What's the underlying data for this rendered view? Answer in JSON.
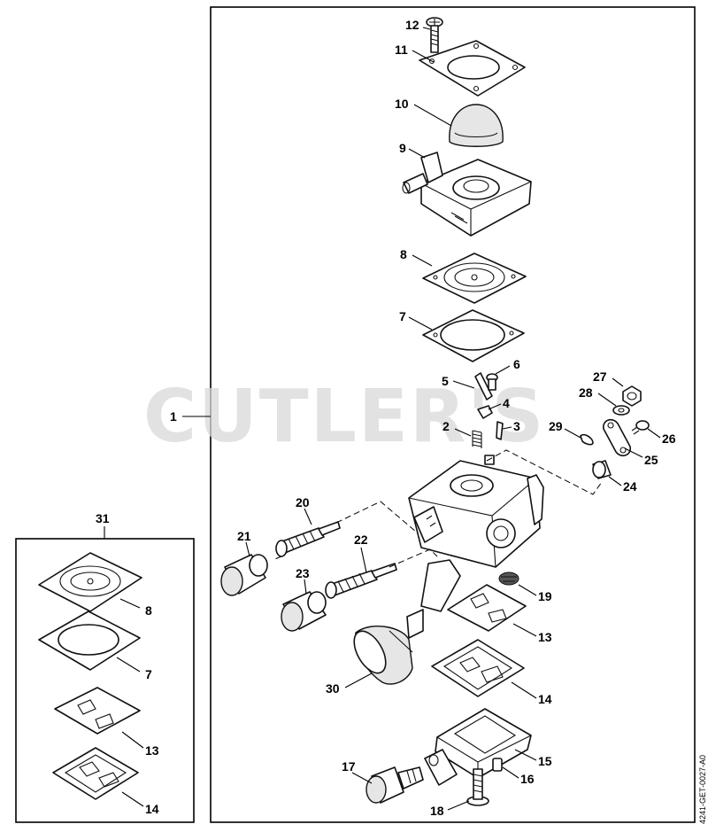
{
  "watermark": "CUTLER'S",
  "drawing_code": "4241-GET-0027-A0",
  "labels": {
    "n1": "1",
    "n2": "2",
    "n3": "3",
    "n4": "4",
    "n5": "5",
    "n6": "6",
    "n7": "7",
    "n8": "8",
    "n9": "9",
    "n10": "10",
    "n11": "11",
    "n12": "12",
    "n13": "13",
    "n14": "14",
    "n15": "15",
    "n16": "16",
    "n17": "17",
    "n18": "18",
    "n19": "19",
    "n20": "20",
    "n21": "21",
    "n22": "22",
    "n23": "23",
    "n24": "24",
    "n25": "25",
    "n26": "26",
    "n27": "27",
    "n28": "28",
    "n29": "29",
    "n30": "30",
    "n31": "31",
    "kit_8": "8",
    "kit_7": "7",
    "kit_13": "13",
    "kit_14": "14"
  }
}
